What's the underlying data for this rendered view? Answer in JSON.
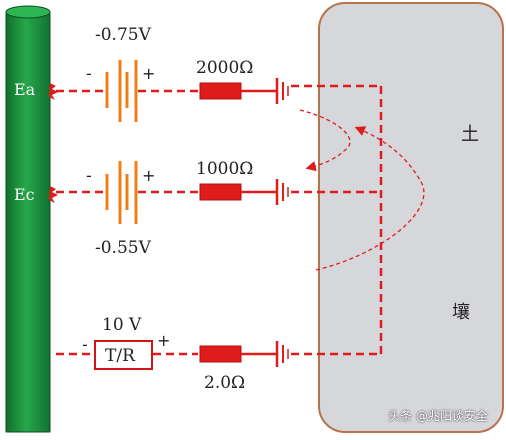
{
  "diagram": {
    "pipe_labels": {
      "top": "Ea",
      "bottom": "Ec"
    },
    "batteries": {
      "top": {
        "voltage": "-0.75V",
        "minus": "-",
        "plus": "+"
      },
      "bottom": {
        "voltage": "-0.55V",
        "minus": "-",
        "plus": "+"
      }
    },
    "resistors": {
      "top": "2000Ω",
      "middle": "1000Ω",
      "bottom": "2.0Ω"
    },
    "rectifier": {
      "label": "T/R",
      "voltage": "10 V",
      "minus": "-",
      "plus": "+"
    },
    "soil": {
      "char1": "土",
      "char2": "壤"
    },
    "watermark": "头条 @兆阳谈安全",
    "colors": {
      "pipe": "#1f9c45",
      "pipe_dark": "#0f6e2c",
      "wire": "#e01b1b",
      "battery": "#f07d1a",
      "soil_fill": "#d6d7db",
      "soil_border": "#b9734b"
    }
  }
}
